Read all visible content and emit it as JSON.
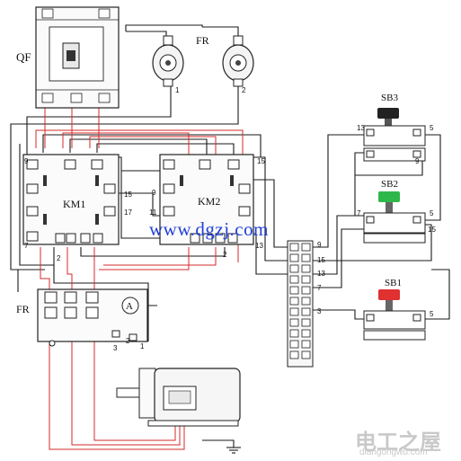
{
  "labels": {
    "qf": "QF",
    "fr_top": "FR",
    "fr_bottom": "FR",
    "km1": "KM1",
    "km2": "KM2",
    "sb1": "SB1",
    "sb2": "SB2",
    "sb3": "SB3",
    "ammeter": "A",
    "fr_term_1": "1",
    "fr_term_2": "2",
    "bottom_fr_1": "1",
    "bottom_fr_2": "2",
    "bottom_fr_3": "3"
  },
  "terminal_numbers": {
    "km1_left_9": "9",
    "km1_left_7": "7",
    "km1_bottom_2": "2",
    "km1_right_15": "15",
    "km1_right_17": "17",
    "km2_left_9": "9",
    "km2_left_11": "11",
    "km2_right_15": "15",
    "km2_right_13": "13",
    "km2_bottom_2": "2",
    "strip_9": "9",
    "strip_15": "15",
    "strip_13": "13",
    "strip_7": "7",
    "strip_3": "3",
    "sb3_13": "13",
    "sb3_5": "5",
    "sb3_9": "9",
    "sb2_7": "7",
    "sb2_5": "5",
    "sb2_15": "15",
    "sb1_5": "5"
  },
  "watermark": {
    "url": "www.dgzj.com",
    "cn_title": "电工之屋",
    "cn_site": "diangongwu.com"
  },
  "colors": {
    "wire_red": "#d42a2a",
    "wire_black": "#1a1a1a",
    "button_black": "#222222",
    "button_green": "#2fb84a",
    "button_red": "#e03030",
    "watermark_blue": "#1f3fd6"
  }
}
